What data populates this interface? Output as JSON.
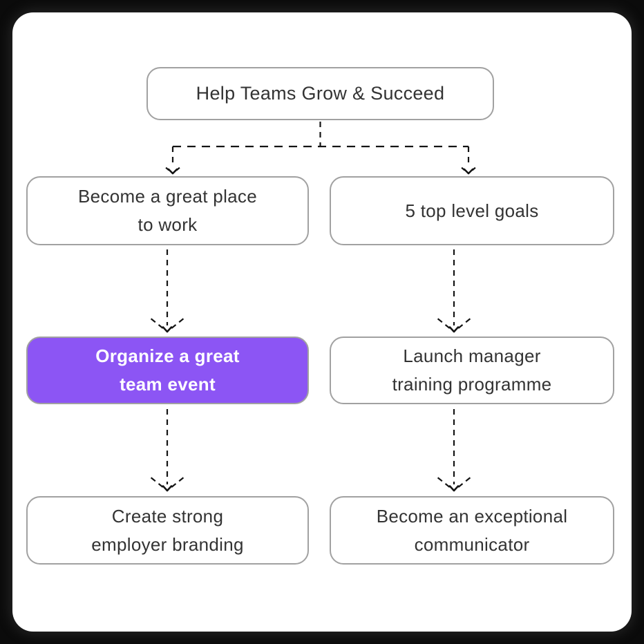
{
  "colors": {
    "page_bg": "#0b0b0b",
    "card_bg": "#ffffff",
    "node_border": "#a1a1a1",
    "node_text": "#333333",
    "accent_fill": "#8c55f4",
    "accent_text": "#ffffff",
    "connector": "#141414"
  },
  "diagram": {
    "nodes": [
      {
        "id": "help-teams-grow",
        "lines": [
          "Help Teams Grow & Succeed"
        ]
      },
      {
        "id": "become-great-place",
        "lines": [
          "Become a great place",
          "to work"
        ]
      },
      {
        "id": "top-level-goals",
        "lines": [
          "5 top level goals"
        ]
      },
      {
        "id": "organize-team-event",
        "lines": [
          "Organize a great",
          "team event"
        ],
        "accent": true
      },
      {
        "id": "launch-manager-training",
        "lines": [
          "Launch manager",
          "training programme"
        ]
      },
      {
        "id": "employer-branding",
        "lines": [
          "Create strong",
          "employer branding"
        ]
      },
      {
        "id": "exceptional-communicator",
        "lines": [
          "Become an exceptional",
          "communicator"
        ]
      }
    ]
  }
}
